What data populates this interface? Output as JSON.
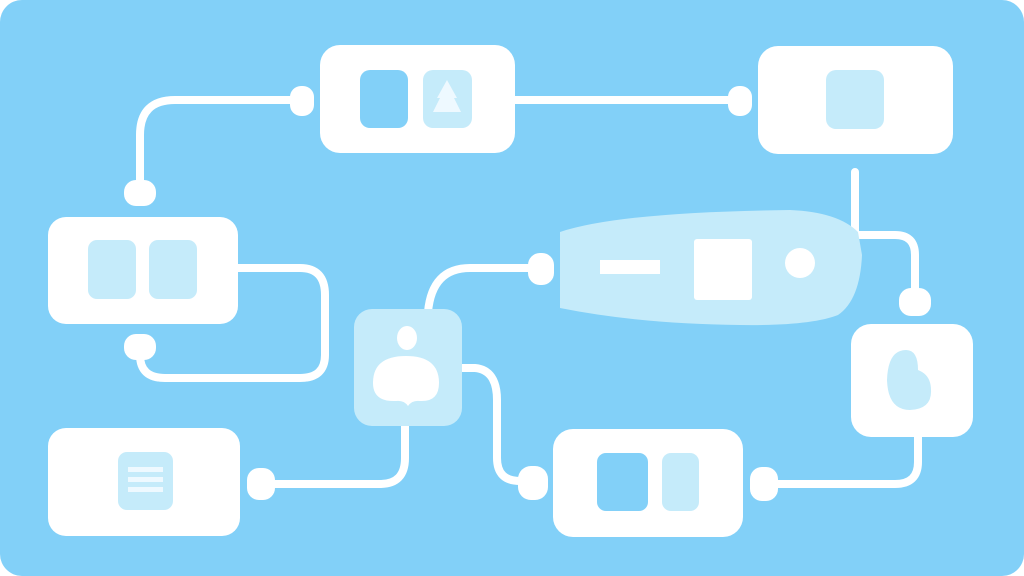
{
  "colors": {
    "background": "#82d0f8",
    "node_white": "#ffffff",
    "node_light": "#c5ebfa",
    "connector": "#ffffff"
  },
  "nodes": [
    {
      "id": "top-center",
      "icons": [
        "blue-square",
        "tree-icon"
      ]
    },
    {
      "id": "top-right",
      "icons": [
        "light-square"
      ]
    },
    {
      "id": "left-middle",
      "icons": [
        "light-square",
        "light-square"
      ]
    },
    {
      "id": "bottom-left",
      "icons": [
        "list-icon"
      ]
    },
    {
      "id": "center-person",
      "icons": [
        "user-icon"
      ]
    },
    {
      "id": "wide-panel",
      "icons": [
        "minus-icon",
        "square-icon",
        "circle-icon"
      ]
    },
    {
      "id": "right-heart",
      "icons": [
        "heart-icon"
      ]
    },
    {
      "id": "bottom-center",
      "icons": [
        "blue-square",
        "light-square"
      ]
    }
  ]
}
